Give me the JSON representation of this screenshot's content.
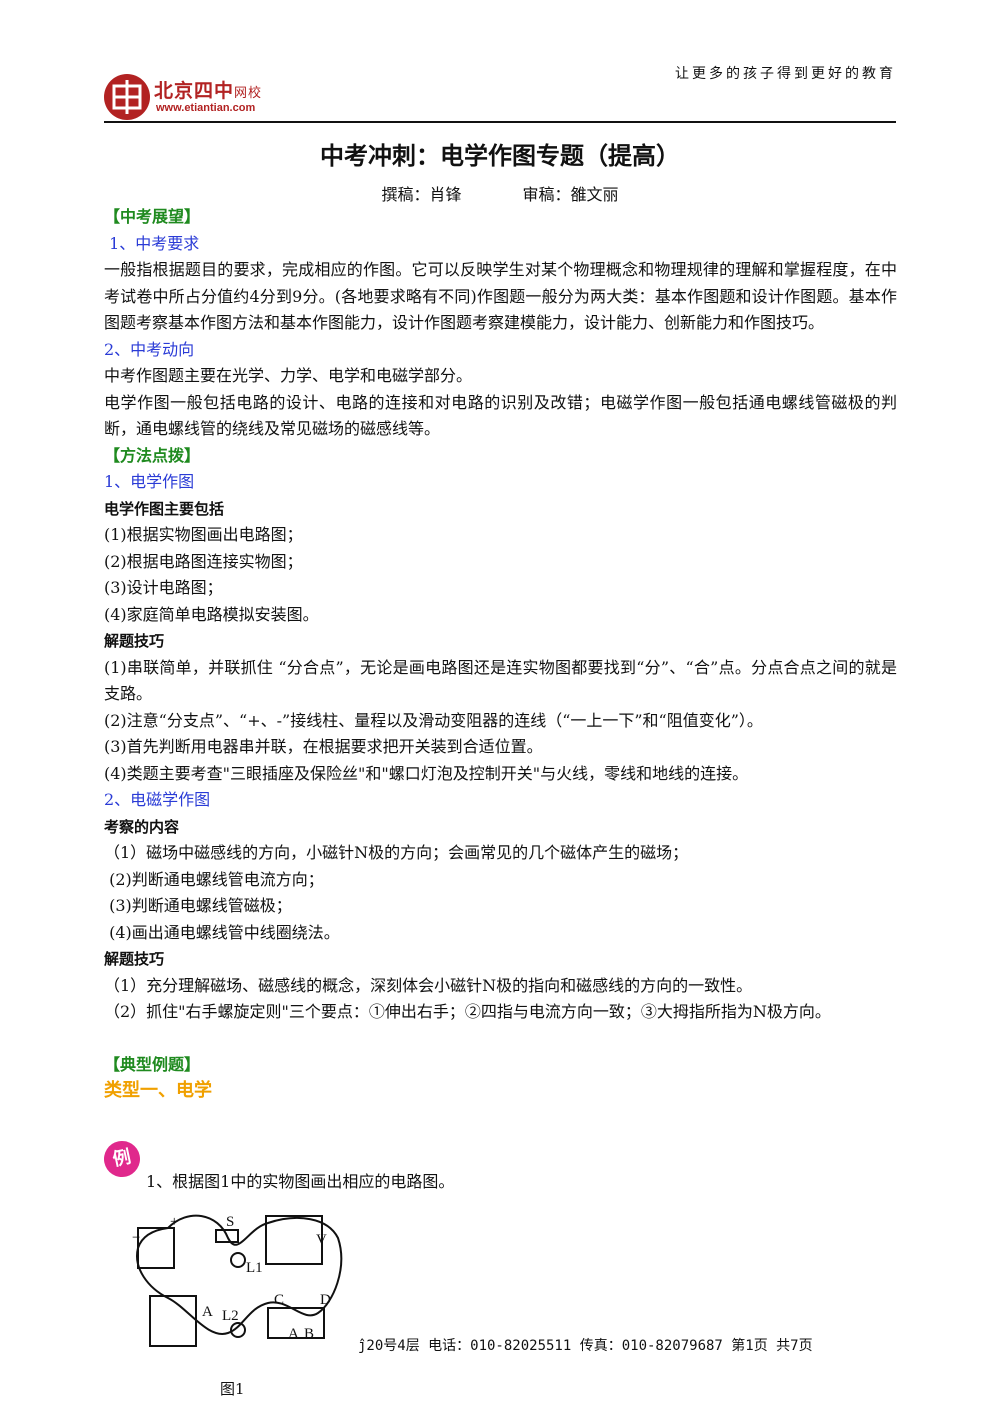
{
  "header": {
    "logo_cn": "北京四中",
    "logo_sub": "网校",
    "logo_url": "www.etiantian.com",
    "slogan": "让更多的孩子得到更好的教育"
  },
  "title": "中考冲刺：电学作图专题（提高）",
  "authors": {
    "writer": "撰稿：肖锋",
    "reviewer": "审稿：雒文丽"
  },
  "sections": {
    "outlook_head": "【中考展望】",
    "req_head": " 1、中考要求",
    "req_text": "一般指根据题目的要求，完成相应的作图。它可以反映学生对某个物理概念和物理规律的理解和掌握程度，在中考试卷中所占分值约4分到9分。(各地要求略有不同)作图题一般分为两大类：基本作图题和设计作图题。基本作图题考察基本作图方法和基本作图能力，设计作图题考察建模能力，设计能力、创新能力和作图技巧。",
    "trend_head": "2、中考动向",
    "trend_text1": "中考作图题主要在光学、力学、电学和电磁学部分。",
    "trend_text2": "电学作图一般包括电路的设计、电路的连接和对电路的识别及改错；电磁学作图一般包括通电螺线管磁极的判断，通电螺线管的绕线及常见磁场的磁感线等。",
    "method_head": "【方法点拨】",
    "elec_head": "1、电学作图",
    "elec_sub": "电学作图主要包括",
    "elec_items": [
      "(1)根据实物图画出电路图；",
      "(2)根据电路图连接实物图；",
      "(3)设计电路图；",
      "(4)家庭简单电路模拟安装图。"
    ],
    "tips_head": "解题技巧",
    "tips_items": [
      "(1)串联简单，并联抓住 “分合点”，无论是画电路图还是连实物图都要找到“分”、“合”点。分点合点之间的就是支路。",
      "(2)注意“分支点”、“+、-”接线柱、量程以及滑动变阻器的连线（“一上一下”和“阻值变化”）。",
      "(3)首先判断用电器串并联，在根据要求把开关装到合适位置。",
      "(4)类题主要考查\"三眼插座及保险丝\"和\"螺口灯泡及控制开关\"与火线，零线和地线的连接。"
    ],
    "em_head": "2、电磁学作图",
    "em_sub": "考察的内容",
    "em_items": [
      "（1）磁场中磁感线的方向，小磁针N极的方向；会画常见的几个磁体产生的磁场；",
      " (2)判断通电螺线管电流方向；",
      " (3)判断通电螺线管磁极；",
      " (4)画出通电螺线管中线圈绕法。"
    ],
    "em_tips_head": "解题技巧",
    "em_tips": [
      "（1）充分理解磁场、磁感线的概念，深刻体会小磁针N极的指向和磁感线的方向的一致性。",
      "（2）抓住\"右手螺旋定则\"三个要点：①伸出右手；②四指与电流方向一致；③大拇指所指为N极方向。"
    ],
    "examples_head": "【典型例题】",
    "type1_head": "类型一、电学"
  },
  "example": {
    "badge": "例",
    "text": "1、根据图1中的实物图画出相应的电路图。",
    "fig_labels": [
      "S",
      "V",
      "L1",
      "A",
      "L2",
      "C",
      "D",
      "A",
      "B"
    ],
    "caption": "图1"
  },
  "footer": "ĵ20号4层 电话：010-82025511 传真：010-82079687  第1页 共7页"
}
